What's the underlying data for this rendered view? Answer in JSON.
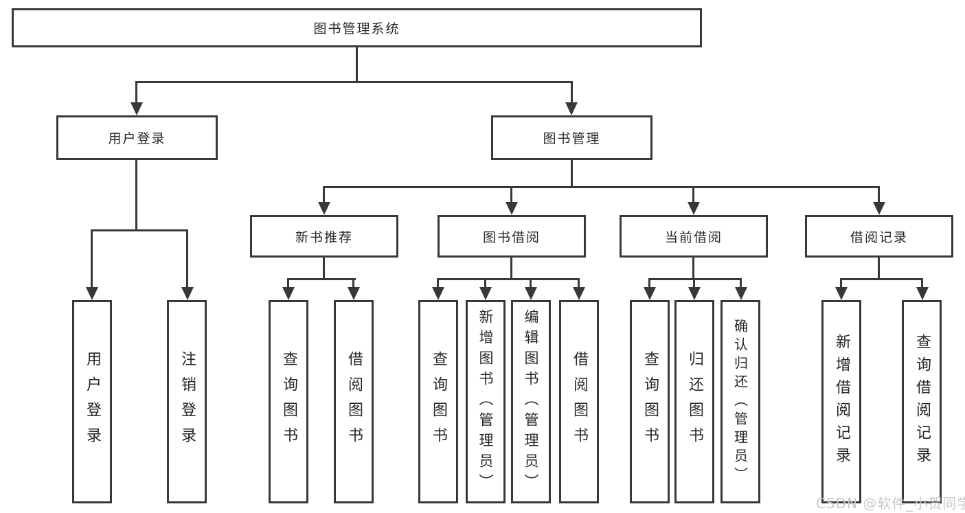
{
  "nodes": {
    "root": "图书管理系统",
    "user_login": "用户登录",
    "book_mgmt": "图书管理",
    "new_book_rec": "新书推荐",
    "book_borrow": "图书借阅",
    "current_borrow": "当前借阅",
    "borrow_records": "借阅记录",
    "login_children": [
      "用户登录",
      "注销登录"
    ],
    "rec_children": [
      "查询图书",
      "借阅图书"
    ],
    "borrow_children": [
      "查询图书",
      "新增图书（管理员）",
      "编辑图书（管理员）",
      "借阅图书"
    ],
    "current_children": [
      "查询图书",
      "归还图书",
      "确认归还（管理员）"
    ],
    "records_children": [
      "新增借阅记录",
      "查询借阅记录"
    ]
  },
  "watermark": "CSDN @软件_小贺同学",
  "colors": {
    "line": "#383838",
    "text": "#262626",
    "watermark": "#c9c9c9",
    "background": "#ffffff"
  }
}
